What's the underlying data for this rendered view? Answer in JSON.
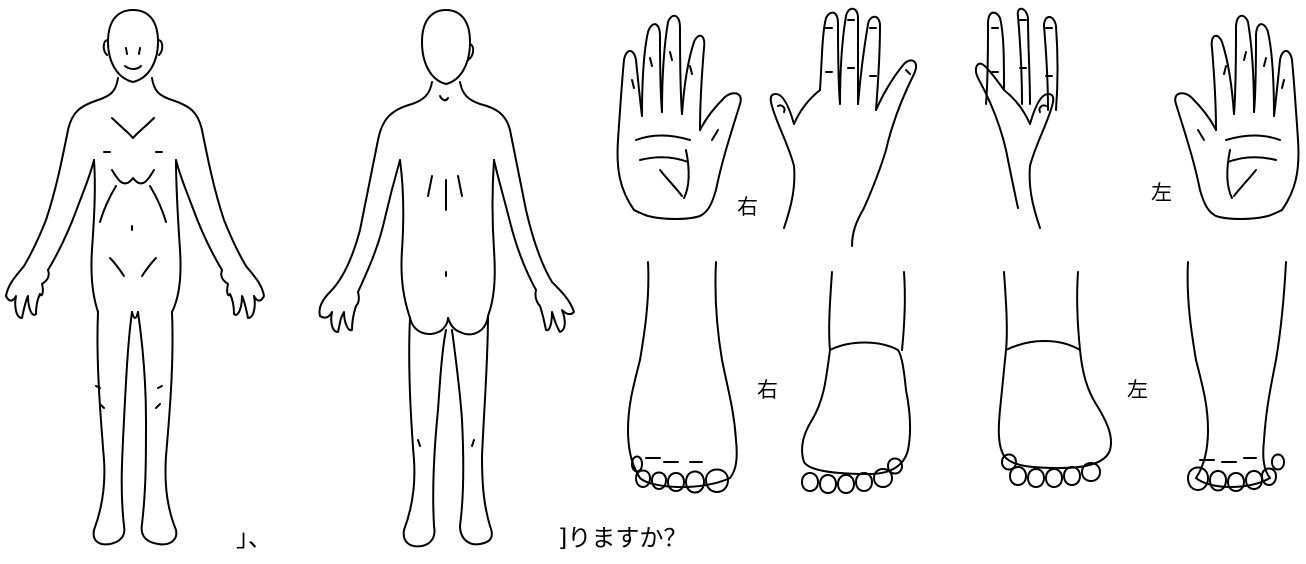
{
  "hand_labels": {
    "right": "右",
    "left": "左"
  },
  "foot_labels": {
    "right": "右",
    "left": "左"
  },
  "question_fragments": {
    "part1": "」、",
    "part2": "]りますか？"
  },
  "colors": {
    "ink": "#000000",
    "paper": "#ffffff"
  }
}
